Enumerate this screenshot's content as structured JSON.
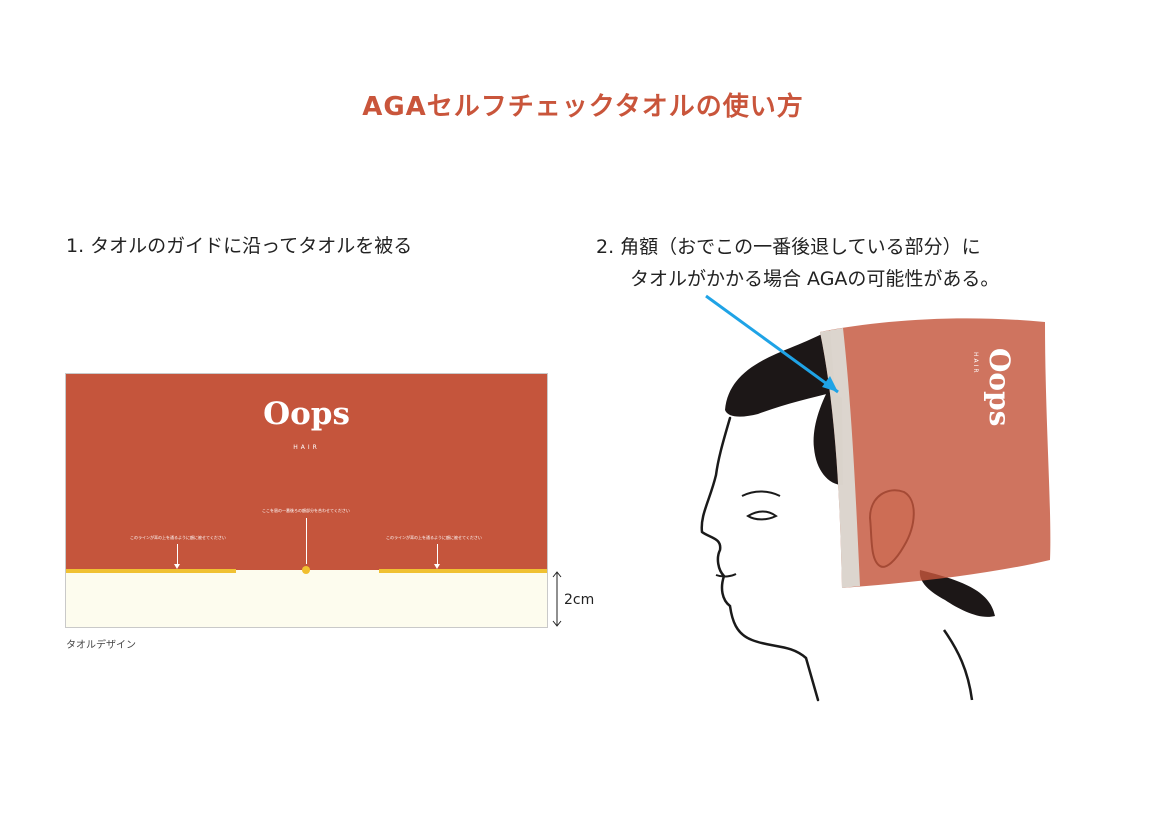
{
  "title": "AGAセルフチェックタオルの使い方",
  "step1": {
    "text": "1. タオルのガイドに沿ってタオルを被る"
  },
  "step2": {
    "line1": "2. 角額（おでこの一番後退している部分）に",
    "line2": "タオルがかかる場合 AGAの可能性がある。"
  },
  "towel": {
    "brand": "Oops",
    "brand_sub": "HAIR",
    "guide_center": "ここを眉の一番後ろの額部分を合わせてください",
    "guide_left": "このラインが耳の上を通るように額に被せてください",
    "guide_right": "このラインが耳の上を通るように額に被せてください",
    "caption": "タオルデザイン"
  },
  "measure": {
    "label": "2cm"
  },
  "head_towel": {
    "brand": "Oops",
    "brand_sub": "HAIR"
  },
  "colors": {
    "accent": "#c9553b",
    "towel": "#c5553c",
    "towel_light": "#fdfcee",
    "guide_band": "#f0c132",
    "pointer_arrow": "#1fa3e6"
  }
}
